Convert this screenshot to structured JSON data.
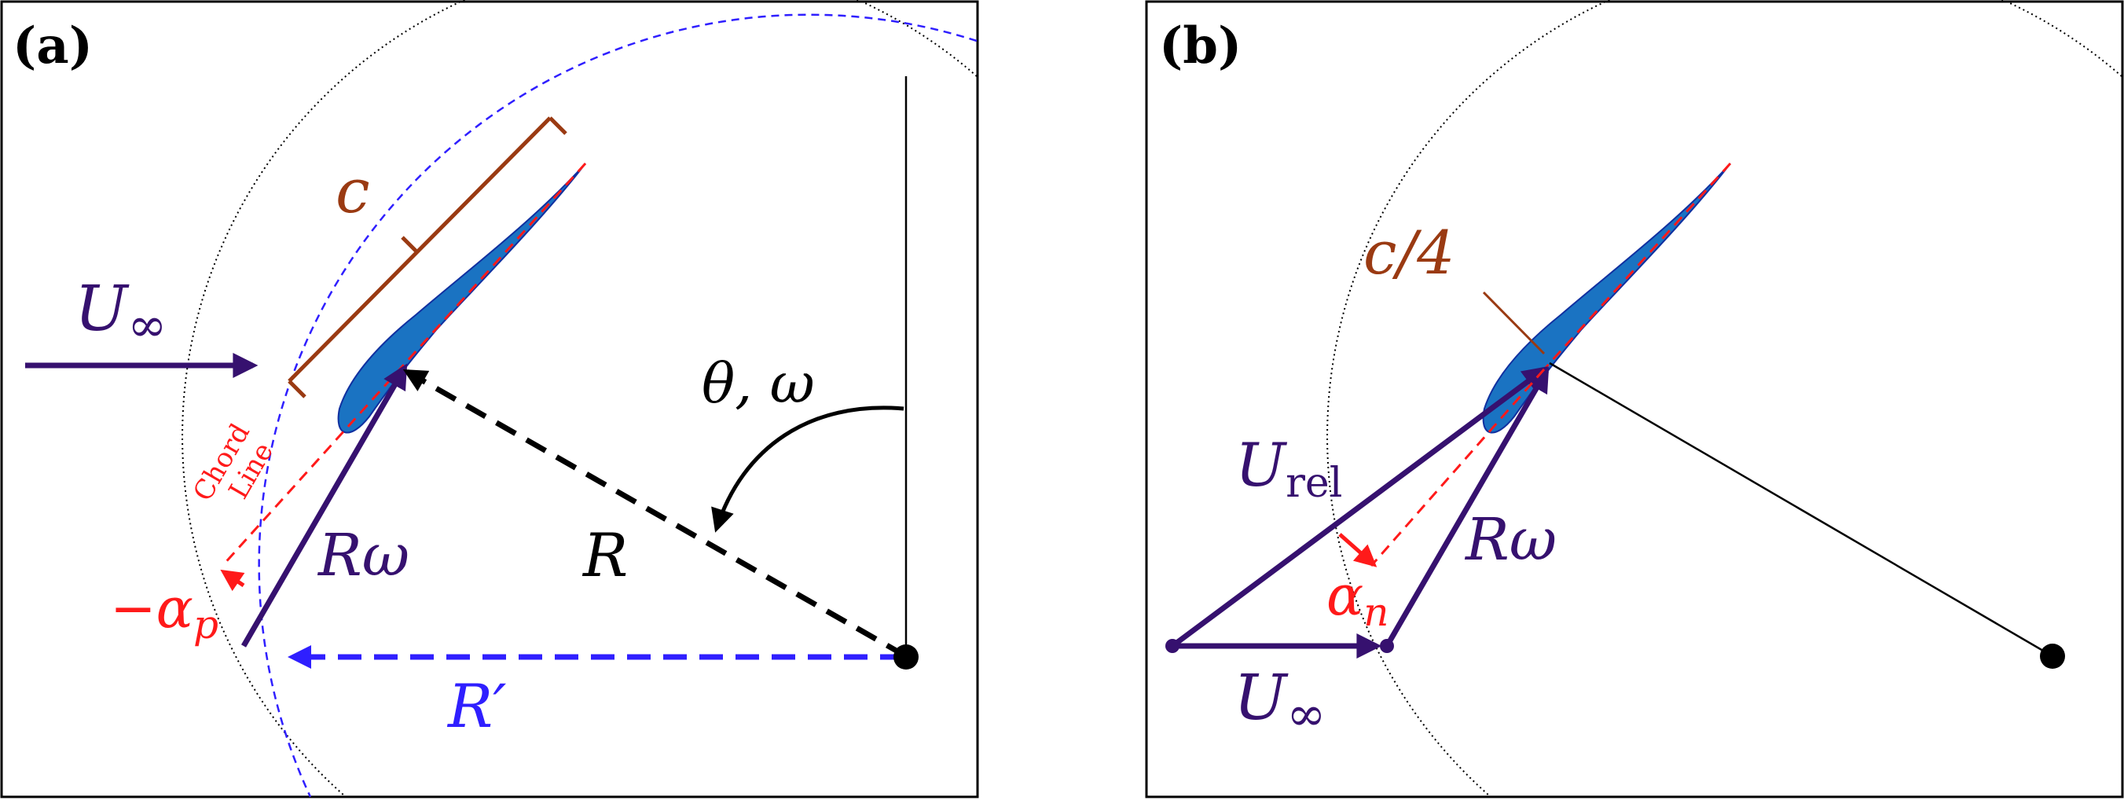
{
  "panels": {
    "a": {
      "label": "(a)",
      "chord": "c",
      "freestream": "U",
      "freestream_sub": "∞",
      "angle": "θ, ω",
      "radius": "R",
      "radius_prime": "R′",
      "rotational_velocity": "Rω",
      "chord_line_1": "Chord",
      "chord_line_2": "Line",
      "pitch_minus": "−",
      "pitch_symbol": "α",
      "pitch_sub": "p"
    },
    "b": {
      "label": "(b)",
      "quarter_chord": "c/4",
      "relative_velocity": "U",
      "relative_velocity_sub": "rel",
      "rotational_velocity": "Rω",
      "freestream": "U",
      "freestream_sub": "∞",
      "aoa_symbol": "α",
      "aoa_sub": "n"
    }
  },
  "colors": {
    "frame": "#000000",
    "purple": "#36116f",
    "dark_red": "#9a3a12",
    "red": "#ff1a1a",
    "blue_dash": "#2f1fff",
    "airfoil_fill": "#1a73c2",
    "airfoil_edge": "#1030a0"
  }
}
